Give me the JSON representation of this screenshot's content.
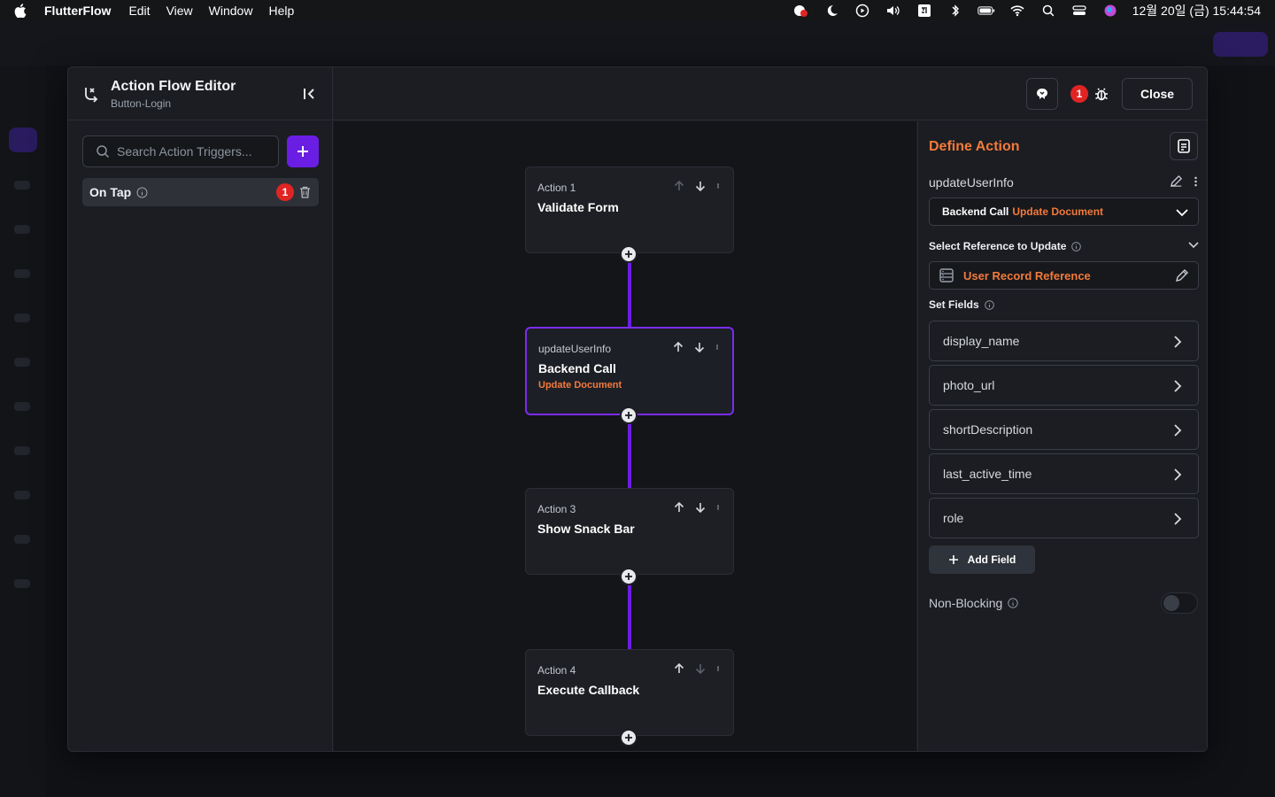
{
  "menubar": {
    "app": "FlutterFlow",
    "items": [
      "Edit",
      "View",
      "Window",
      "Help"
    ],
    "datetime": "12월 20일 (금)  15:44:54"
  },
  "header": {
    "title": "Action Flow Editor",
    "subtitle": "Button-Login",
    "issues_count": "1",
    "close_label": "Close"
  },
  "left_panel": {
    "search_placeholder": "Search Action Triggers...",
    "trigger": {
      "label": "On Tap",
      "badge": "1"
    }
  },
  "actions": [
    {
      "label": "Action 1",
      "title": "Validate Form",
      "subtitle": ""
    },
    {
      "label": "updateUserInfo",
      "title": "Backend Call",
      "subtitle": "Update Document"
    },
    {
      "label": "Action 3",
      "title": "Show Snack Bar",
      "subtitle": ""
    },
    {
      "label": "Action 4",
      "title": "Execute Callback",
      "subtitle": ""
    }
  ],
  "right_panel": {
    "title": "Define Action",
    "action_name": "updateUserInfo",
    "select": {
      "primary": "Backend Call",
      "secondary": "Update Document"
    },
    "reference_section": "Select Reference to Update",
    "reference_value": "User Record Reference",
    "fields_section": "Set Fields",
    "fields": [
      "display_name",
      "photo_url",
      "shortDescription",
      "last_active_time",
      "role"
    ],
    "add_field_label": "Add Field",
    "non_blocking_label": "Non-Blocking",
    "non_blocking_on": false
  },
  "colors": {
    "accent_purple": "#6b1ee3",
    "accent_orange": "#f37a3a",
    "badge_red": "#e02424"
  }
}
